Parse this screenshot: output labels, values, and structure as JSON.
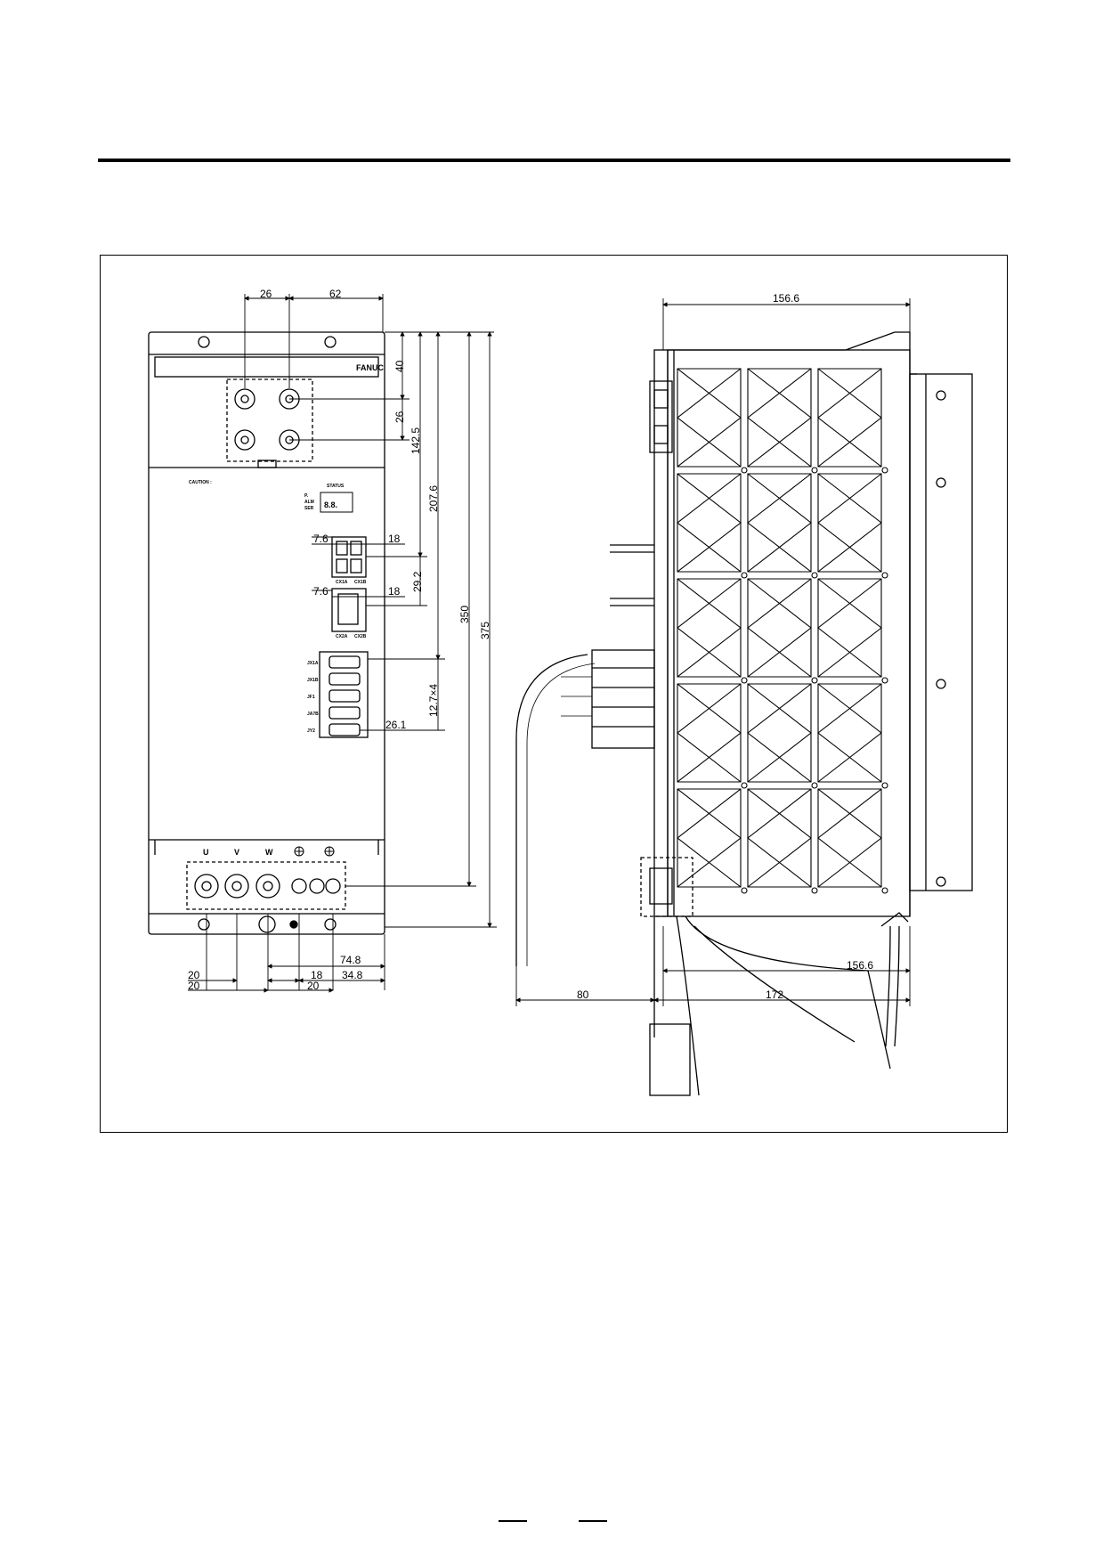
{
  "colors": {
    "ink": "#000000",
    "paper": "#ffffff"
  },
  "front_view": {
    "brand": "FANUC",
    "caution_label": "CAUTION :",
    "status_label": "STATUS",
    "led_labels": [
      "P.",
      "ALM",
      "SER"
    ],
    "led_digits": "8.8.",
    "connector_labels": [
      "JX1A",
      "JX1B",
      "JF1",
      "JA7B",
      "JY2"
    ],
    "cx_labels": [
      "CX1A",
      "CX1B",
      "CX2A",
      "CX2B"
    ],
    "terminal_labels": [
      "U",
      "V",
      "W"
    ],
    "ground_icons": [
      "ground-icon",
      "ground-icon"
    ]
  },
  "dimensions": {
    "top_left": "26",
    "top_right": "62",
    "v40": "40",
    "v26": "26",
    "v142_5": "142.5",
    "v207_6": "207.6",
    "v350": "350",
    "v375": "375",
    "h7_6a": "7.6",
    "h18a": "18",
    "h7_6b": "7.6",
    "h18b": "18",
    "v29_2": "29.2",
    "pitch": "12.7×4",
    "h26_1": "26.1",
    "h74_8": "74.8",
    "h20a": "20",
    "h18c": "18",
    "h34_8": "34.8",
    "h20b": "20",
    "h20c": "20",
    "side_top": "156.6",
    "side_bottom": "156.6",
    "side_80": "80",
    "side_172": "172"
  }
}
